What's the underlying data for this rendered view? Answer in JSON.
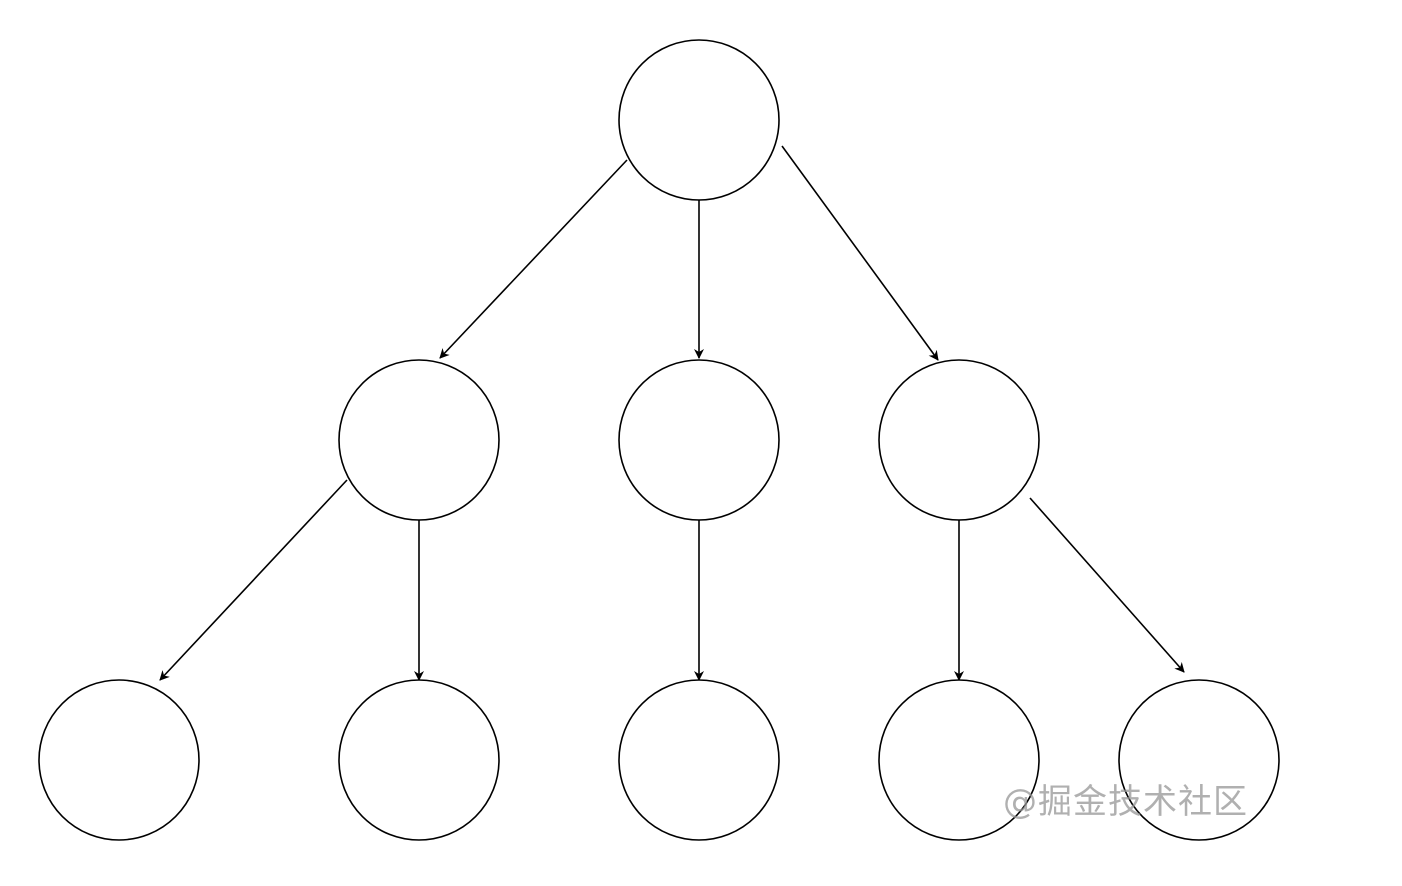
{
  "diagram": {
    "type": "tree",
    "nodes": [
      {
        "id": "root",
        "level": 0,
        "label": ""
      },
      {
        "id": "a",
        "level": 1,
        "label": ""
      },
      {
        "id": "b",
        "level": 1,
        "label": ""
      },
      {
        "id": "c",
        "level": 1,
        "label": ""
      },
      {
        "id": "a1",
        "level": 2,
        "label": ""
      },
      {
        "id": "a2",
        "level": 2,
        "label": ""
      },
      {
        "id": "b1",
        "level": 2,
        "label": ""
      },
      {
        "id": "c1",
        "level": 2,
        "label": ""
      },
      {
        "id": "c2",
        "level": 2,
        "label": ""
      }
    ],
    "edges": [
      [
        "root",
        "a"
      ],
      [
        "root",
        "b"
      ],
      [
        "root",
        "c"
      ],
      [
        "a",
        "a1"
      ],
      [
        "a",
        "a2"
      ],
      [
        "b",
        "b1"
      ],
      [
        "c",
        "c1"
      ],
      [
        "c",
        "c2"
      ]
    ],
    "stroke_color": "#000000"
  },
  "watermark": "@掘金技术社区"
}
